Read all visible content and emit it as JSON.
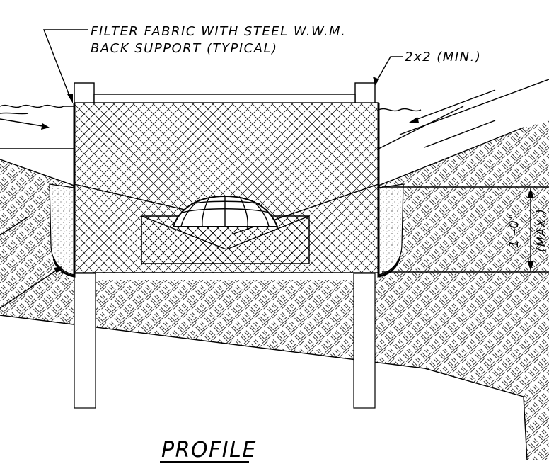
{
  "labels": {
    "filter_fabric_line1": "FILTER FABRIC WITH STEEL W.W.M.",
    "filter_fabric_line2": "BACK SUPPORT (TYPICAL)",
    "post_size": "2x2 (MIN.)",
    "dimension_value": "1'-0\"",
    "dimension_note": "(MAX.)",
    "title": "PROFILE"
  }
}
